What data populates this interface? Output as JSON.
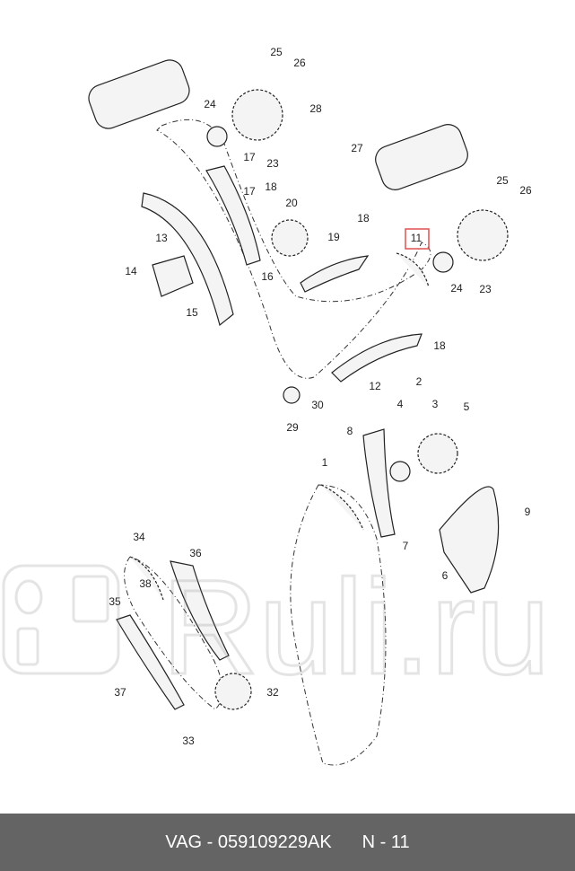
{
  "diagram": {
    "labels": [
      "25",
      "26",
      "24",
      "28",
      "27",
      "23",
      "17",
      "17",
      "18",
      "20",
      "18",
      "13",
      "19",
      "11",
      "25",
      "26",
      "14",
      "16",
      "24",
      "23",
      "15",
      "18",
      "12",
      "2",
      "4",
      "3",
      "5",
      "30",
      "29",
      "8",
      "1",
      "9",
      "7",
      "6",
      "34",
      "36",
      "38",
      "35",
      "37",
      "32",
      "33"
    ],
    "highlighted_label": "11",
    "highlight_color": "#e05050"
  },
  "watermark": {
    "text": "Ruli.ru"
  },
  "footer": {
    "part_number": "VAG - 059109229AK",
    "position": "N - 11"
  }
}
